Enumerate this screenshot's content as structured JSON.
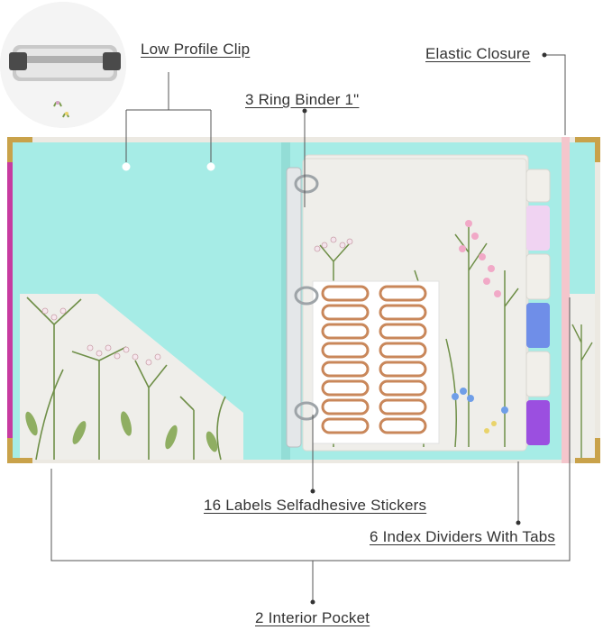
{
  "labels": {
    "low_profile_clip": "Low Profile Clip",
    "ring_binder": "3 Ring Binder 1\"",
    "elastic_closure": "Elastic Closure",
    "stickers": "16 Labels Selfadhesive Stickers",
    "dividers": "6 Index Dividers With Tabs",
    "pocket": "2 Interior Pocket"
  },
  "colors": {
    "mint_interior": "#a6ece6",
    "cream_pages": "#efeeea",
    "elastic": "#f4c6cc",
    "gold_corner": "#c9a24a",
    "sticker_outline": "#c9875a",
    "tab_pink": "#f0d3f2",
    "tab_blue": "#6f8ee8",
    "tab_purple": "#9b4fe0",
    "tab_cream": "#f1efea",
    "leader_line": "#555555"
  },
  "sticker_count": 16,
  "divider_count": 6
}
